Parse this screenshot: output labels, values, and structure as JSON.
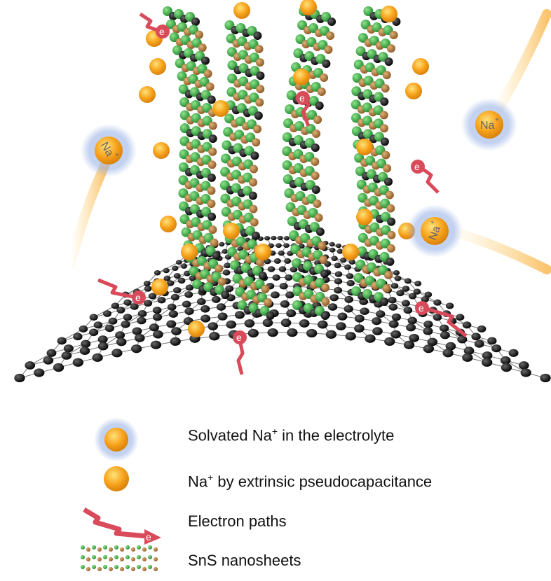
{
  "diagram": {
    "labels": {
      "na_symbol": "Na",
      "na_charge": "+",
      "electron_symbol": "e"
    }
  },
  "legend": [
    {
      "id": "solvated",
      "text_before": "Solvated Na",
      "sup": "+",
      "text_after": " in the electrolyte",
      "icon": "solvated-ion-icon"
    },
    {
      "id": "pseudocap",
      "text_before": "Na",
      "sup": "+",
      "text_after": " by extrinsic pseudocapacitance",
      "icon": "sodium-ion-sphere-icon"
    },
    {
      "id": "electron",
      "text_before": "Electron paths",
      "sup": "",
      "text_after": "",
      "icon": "electron-path-arrow-icon"
    },
    {
      "id": "sns",
      "text_before": "SnS nanosheets",
      "sup": "",
      "text_after": "",
      "icon": "sns-nanosheet-icon"
    }
  ],
  "colors": {
    "carbon": "#1a1a1a",
    "sulfur": "#3cb043",
    "tin": "#b07a3a",
    "sodium": "#f7a21b",
    "electron": "#d94a5a",
    "halo": "#9bb4e6"
  }
}
